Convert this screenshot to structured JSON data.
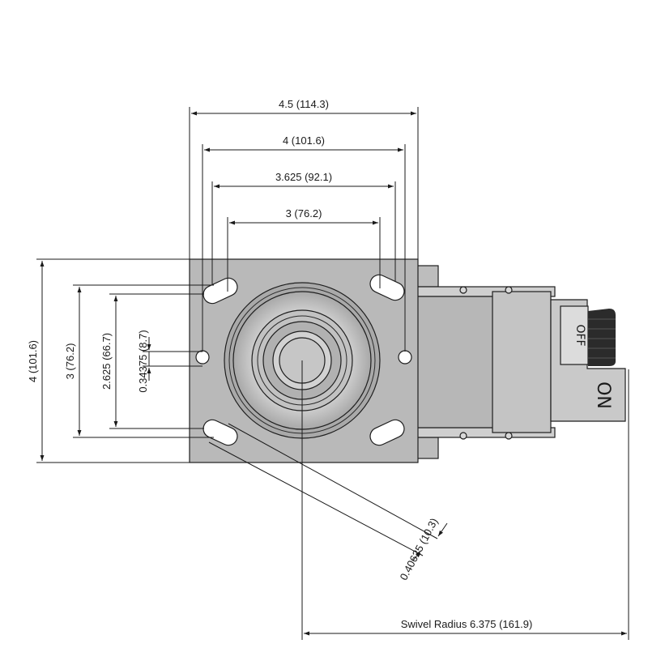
{
  "dimensions": {
    "plate_width": "4.5 (114.3)",
    "outer_hole_spacing": "4 (101.6)",
    "slot_spacing": "3.625 (92.1)",
    "inner_hole_spacing": "3 (76.2)",
    "plate_length": "4 (101.6)",
    "slot_length_spacing": "3 (76.2)",
    "hole_length_spacing": "2.625 (66.7)",
    "hole_diameter": "0.34375 (8.7)",
    "slot_width": "0.40625 (10.3)",
    "swivel_radius": "Swivel Radius 6.375 (161.9)"
  },
  "brake_switch": {
    "off_label": "OFF",
    "on_label": "ON"
  },
  "colors": {
    "line": "#1a1a1a",
    "plate": "#b9b9b9",
    "metal_dark": "#9a9a9a",
    "pedal": "#2b2b2b"
  }
}
